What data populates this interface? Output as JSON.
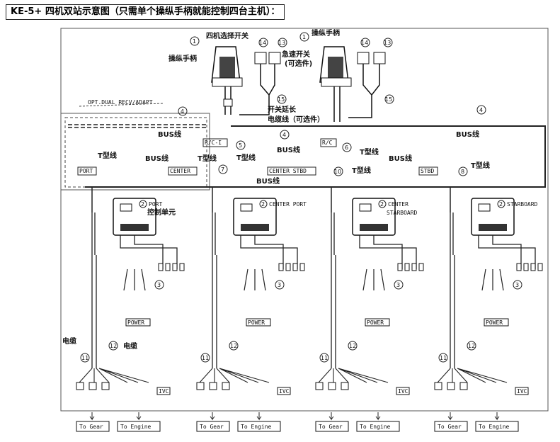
{
  "title": "KE-5+ 四机双站示意图（只需单个操纵手柄就能控制四台主机）：",
  "station_left": {
    "callout_1": "1",
    "four_engine_switch": "四机选择开关",
    "control_handle": "操纵手柄",
    "callout_14": "14",
    "callout_13": "13",
    "emergency_switch": "急速开关",
    "optional": "(可选件)",
    "callout_15": "15",
    "switch_ext_cable": "开关延长",
    "switch_ext_cable_2": "电缆线（可选件）"
  },
  "station_right": {
    "callout_1": "1",
    "control_handle": "操纵手柄",
    "callout_14": "14",
    "callout_13": "13",
    "callout_15": "15"
  },
  "bus": {
    "opt_label": "OPT.DUAL RECV/ADAPT",
    "callout_4_left": "4",
    "bus_line_left": "BUS线",
    "rc_left": "R/C-I",
    "callout_5": "5",
    "t_line_5": "T型线",
    "callout_4_mid": "4",
    "bus_line_mid": "BUS线",
    "rc_right": "R/C",
    "callout_6": "6",
    "t_line_6": "T型线",
    "callout_4_right": "4",
    "bus_line_right": "BUS线",
    "t_line_left": "T型线",
    "bus_line_t": "BUS线",
    "t_line_center": "T型线",
    "bus_line_center": "BUS线",
    "callout_7": "7",
    "callout_10": "10",
    "t_line_10": "T型线",
    "bus_line_stbd": "BUS线",
    "callout_8": "8",
    "t_line_8": "T型线",
    "port_tag": "PORT",
    "center_tag": "CENTER",
    "center_stbd_tag": "CENTER STBD",
    "stbd_tag": "STBD"
  },
  "units": [
    {
      "callout": "2",
      "name": "PORT",
      "sub": "控制单元",
      "power": "POWER",
      "to_gear": "To Gear",
      "to_engine": "To Engine"
    },
    {
      "callout": "2",
      "name": "CENTER PORT",
      "sub": "",
      "power": "POWER",
      "to_gear": "To Gear",
      "to_engine": "To Engine"
    },
    {
      "callout": "2",
      "name": "CENTER",
      "sub": "STARBOARD",
      "power": "POWER",
      "to_gear": "To Gear",
      "to_engine": "To Engine"
    },
    {
      "callout": "2",
      "name": "STARBOARD",
      "sub": "",
      "power": "POWER",
      "to_gear": "To Gear",
      "to_engine": "To Engine"
    }
  ],
  "cables": {
    "callout_3": "3",
    "callout_11": "11",
    "callout_12": "12",
    "cable_left": "电缆",
    "cable_right": "电缆",
    "ivc": "IVC"
  }
}
